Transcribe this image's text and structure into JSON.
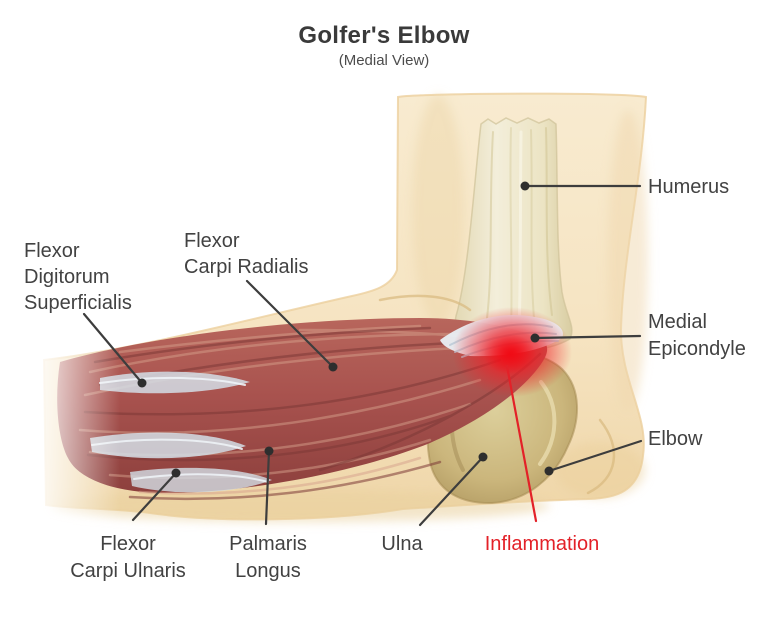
{
  "title": "Golfer's Elbow",
  "subtitle": "(Medial View)",
  "labels": {
    "flexor_digitorum_superficialis": {
      "lines": [
        "Flexor",
        "Digitorum",
        "Superficialis"
      ]
    },
    "flexor_carpi_radialis": {
      "lines": [
        "Flexor",
        "Carpi Radialis"
      ]
    },
    "humerus": {
      "lines": [
        "Humerus"
      ]
    },
    "medial_epicondyle": {
      "lines": [
        "Medial",
        "Epicondyle"
      ]
    },
    "elbow": {
      "lines": [
        "Elbow"
      ]
    },
    "flexor_carpi_ulnaris": {
      "lines": [
        "Flexor",
        "Carpi Ulnaris"
      ]
    },
    "palmaris_longus": {
      "lines": [
        "Palmaris",
        "Longus"
      ]
    },
    "ulna": {
      "lines": [
        "Ulna"
      ]
    },
    "inflammation": {
      "lines": [
        "Inflammation"
      ]
    }
  },
  "colors": {
    "inflammation_red": "#e32128",
    "label_gray": "#424242",
    "skin": "#f6e6c6",
    "bone_ivory": "#efe8cc",
    "bone_tan": "#cdb87e",
    "muscle_red": "#a9534f",
    "tendon_white": "#e6edf3",
    "leader_line": "#3d3d3d"
  }
}
